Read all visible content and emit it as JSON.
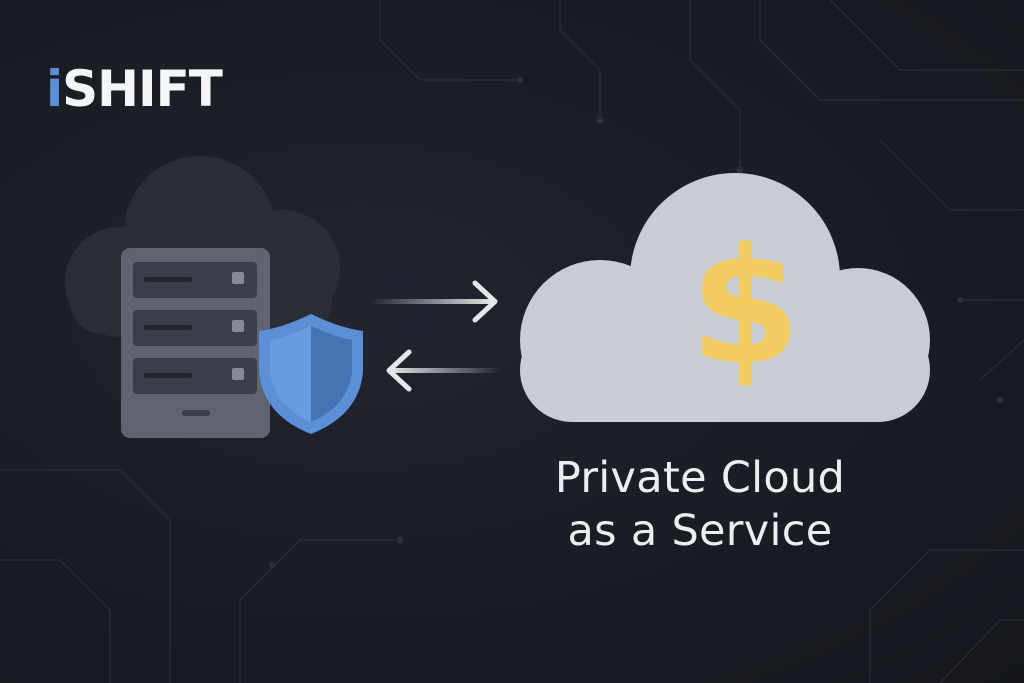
{
  "brand": {
    "logo_dot": "i",
    "logo_rest": "SHIFT",
    "accent_color": "#5b8fd6"
  },
  "caption": {
    "line1": "Private Cloud",
    "line2": "as a Service"
  },
  "icons": {
    "left_cloud": "cloud-icon",
    "server": "server-rack-icon",
    "shield": "shield-icon",
    "arrow_right": "arrow-right-icon",
    "arrow_left": "arrow-left-icon",
    "right_cloud": "cloud-icon",
    "currency": "dollar-sign-icon"
  },
  "colors": {
    "background": "#1b1d25",
    "left_cloud": "#2b2e36",
    "server": "#5f6470",
    "shield": "#5b8fd6",
    "right_cloud": "#c9ccd3",
    "dollar": "#f2cc60",
    "text": "#eceef2"
  }
}
